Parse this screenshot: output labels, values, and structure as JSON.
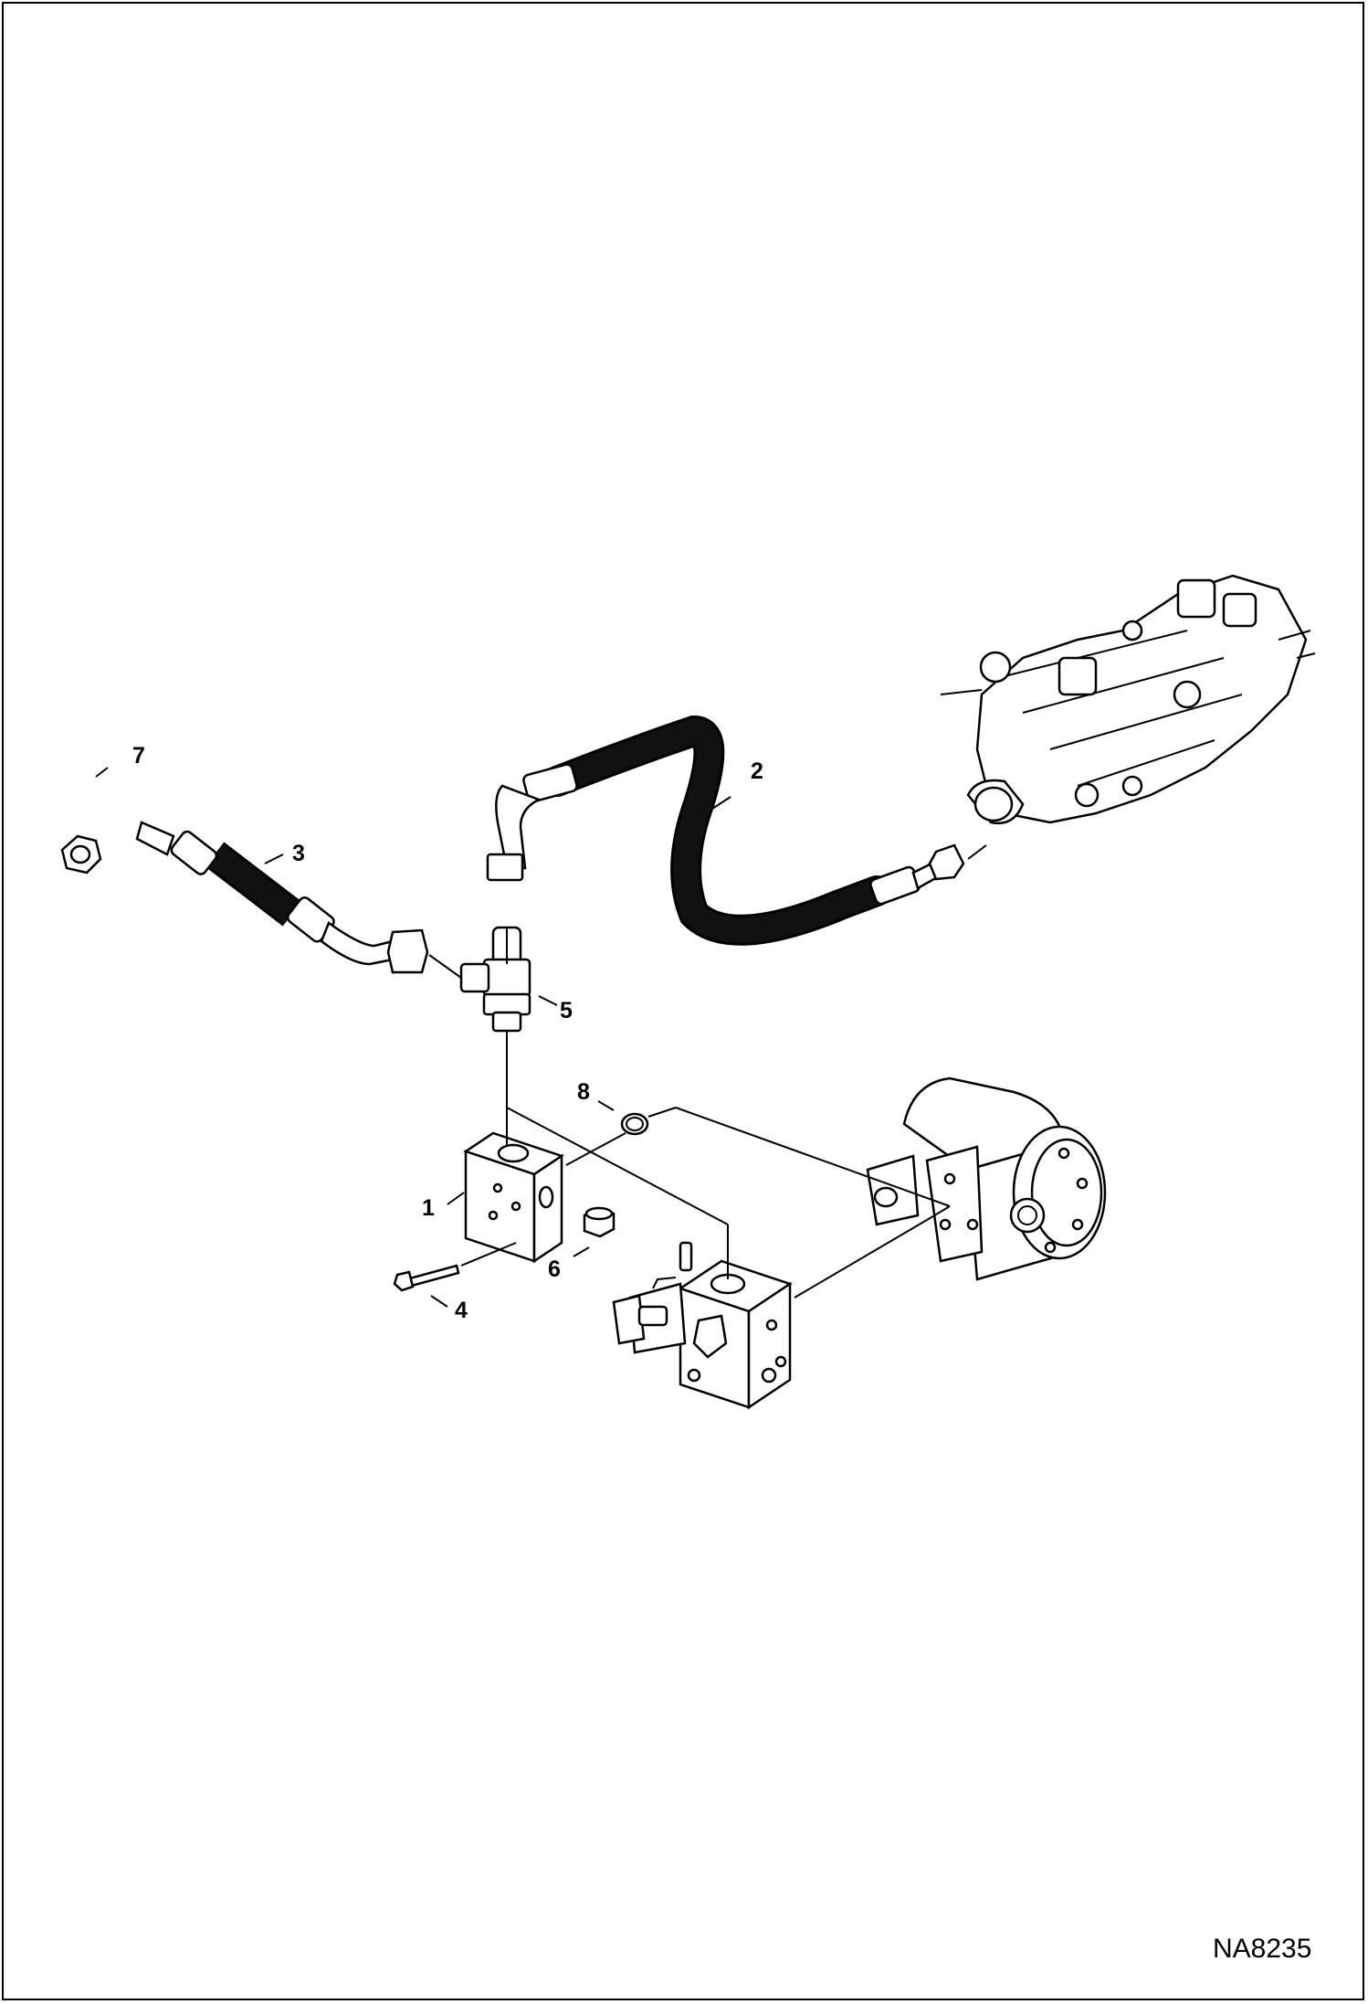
{
  "callouts": [
    {
      "id": "callout-1",
      "text": "1"
    },
    {
      "id": "callout-2",
      "text": "2"
    },
    {
      "id": "callout-3",
      "text": "3"
    },
    {
      "id": "callout-4",
      "text": "4"
    },
    {
      "id": "callout-5",
      "text": "5"
    },
    {
      "id": "callout-6",
      "text": "6"
    },
    {
      "id": "callout-7",
      "text": "7"
    },
    {
      "id": "callout-8",
      "text": "8"
    }
  ],
  "figure_code": "NA8235",
  "colors": {
    "line": "#000000",
    "hose": "#111111",
    "background": "#ffffff"
  }
}
